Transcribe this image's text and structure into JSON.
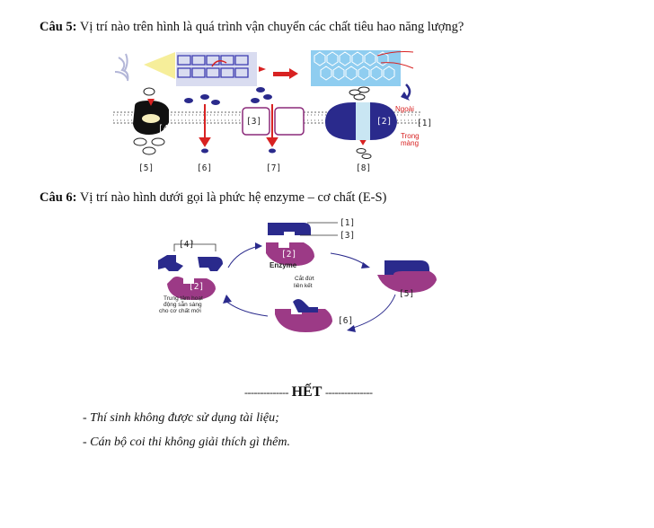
{
  "q5": {
    "number": "Câu 5:",
    "text": "Vị trí nào trên hình là quá trình vận chuyển các chất tiêu hao năng lượng?",
    "labels": {
      "l1": "[1]",
      "l2": "[2]",
      "l3": "[3]",
      "l4": "[4]",
      "l5": "[5]",
      "l6": "[6]",
      "l7": "[7]",
      "l8": "[8]"
    },
    "side_outside": "Ngoài",
    "side_inside_1": "Trong",
    "side_inside_2": "màng"
  },
  "q6": {
    "number": "Câu 6:",
    "text": "Vị trí nào  hình dưới gọi là phức hệ enzyme – cơ chất (E-S)",
    "labels": {
      "l1": "[1]",
      "l2": "[2]",
      "l3": "[3]",
      "l4": "[4]",
      "l5": "[5]",
      "l6": "[6]"
    },
    "enzyme": "Enzyme",
    "bond_1": "Cắt đứt",
    "bond_2": "liên kết",
    "active_1": "Trung tâm hoạt",
    "active_2": "động sẵn sàng",
    "active_3": "cho cơ chất mới"
  },
  "end": {
    "dashes_left": "--------------",
    "title": "HẾT",
    "dashes_right": "---------------"
  },
  "notes": [
    "- Thí sinh không được sử dụng tài liệu;",
    "- Cán bộ coi thi không giải thích gì thêm."
  ],
  "colors": {
    "navy": "#2a2a8c",
    "magenta": "#9c3a86",
    "red": "#d82222",
    "cell_blue": "#6ab7e8"
  }
}
